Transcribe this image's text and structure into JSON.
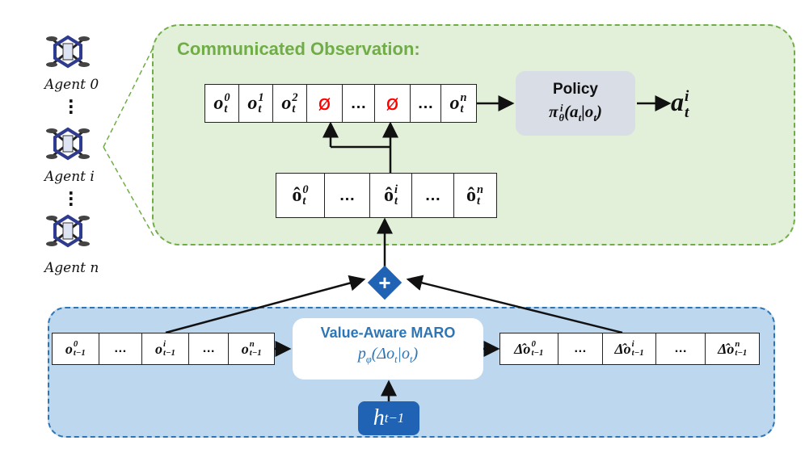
{
  "green_panel": {
    "title": "Communicated Observation:"
  },
  "agents": [
    {
      "label": "Agent 0"
    },
    {
      "label": "Agent i"
    },
    {
      "label": "Agent n"
    }
  ],
  "top_row": {
    "cells": [
      {
        "base": "o",
        "sup": "0",
        "sub": "t"
      },
      {
        "base": "o",
        "sup": "1",
        "sub": "t"
      },
      {
        "base": "o",
        "sup": "2",
        "sub": "t"
      },
      {
        "symbol": "ø"
      },
      {
        "dots": "…"
      },
      {
        "symbol": "ø"
      },
      {
        "dots": "…"
      },
      {
        "base": "o",
        "sup": "n",
        "sub": "t"
      }
    ]
  },
  "policy": {
    "title": "Policy",
    "formula": "π",
    "formula_sup": "i",
    "formula_sub": "θ",
    "formula_rest": "(a",
    "formula_rest_sub": "t",
    "formula_rest2": "|o",
    "formula_rest2_sub": "t",
    "formula_close": ")"
  },
  "output": {
    "base": "a",
    "sup": "i",
    "sub": "t"
  },
  "middle_row": {
    "cells": [
      {
        "base": "ô",
        "sup": "0",
        "sub": "t"
      },
      {
        "dots": "…"
      },
      {
        "base": "ô",
        "sup": "i",
        "sub": "t"
      },
      {
        "dots": "…"
      },
      {
        "base": "ô",
        "sup": "n",
        "sub": "t"
      }
    ]
  },
  "combine": {
    "symbol": "+"
  },
  "left_row": {
    "cells": [
      {
        "base": "o",
        "sup": "0",
        "sub": "t−1"
      },
      {
        "dots": "…"
      },
      {
        "base": "o",
        "sup": "i",
        "sub": "t−1"
      },
      {
        "dots": "…"
      },
      {
        "base": "o",
        "sup": "n",
        "sub": "t−1"
      }
    ]
  },
  "maro": {
    "title": "Value-Aware MARO",
    "formula_p": "p",
    "formula_p_sub": "φ",
    "formula_body": "(Δo",
    "formula_body_sub": "t",
    "formula_body2": "|o",
    "formula_body2_sub": "t",
    "formula_close": ")"
  },
  "right_row": {
    "cells": [
      {
        "base": "Δ̂o",
        "sup": "0",
        "sub": "t−1"
      },
      {
        "dots": "…"
      },
      {
        "base": "Δ̂o",
        "sup": "i",
        "sub": "t−1"
      },
      {
        "dots": "…"
      },
      {
        "base": "Δ̂o",
        "sup": "n",
        "sub": "t−1"
      }
    ]
  },
  "hidden": {
    "base": "h",
    "sub": "t−1"
  },
  "colors": {
    "green_fill": "#e2efd9",
    "green_border": "#70ad47",
    "blue_fill": "#bdd7ee",
    "blue_border": "#2e75b6",
    "node_blue": "#2063b5",
    "empty_red": "#ff0000"
  }
}
